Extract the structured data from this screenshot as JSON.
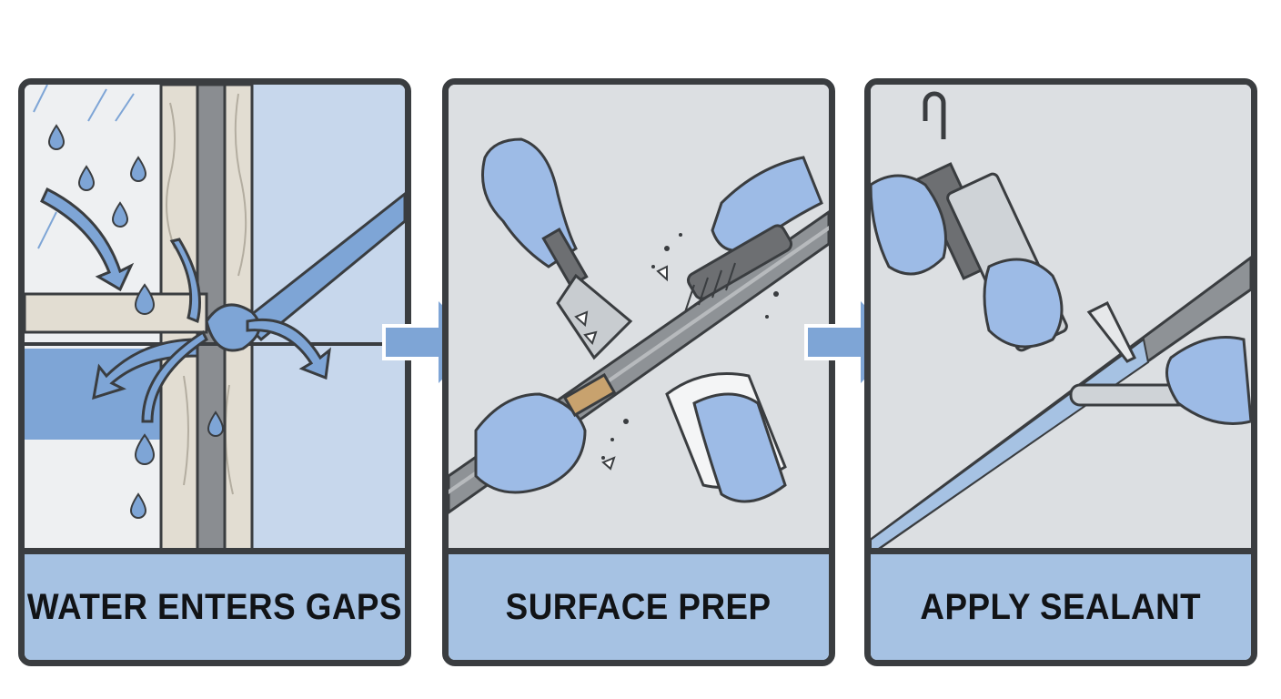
{
  "steps": [
    {
      "id": "water-enters-gaps",
      "label": "WATER ENTERS GAPS",
      "icon": "water-leak-icon"
    },
    {
      "id": "surface-prep",
      "label": "SURFACE PREP",
      "icon": "scraper-brush-icon"
    },
    {
      "id": "apply-sealant",
      "label": "APPLY SEALANT",
      "icon": "caulk-gun-icon"
    }
  ],
  "connectors": [
    {
      "icon": "right-arrow-icon"
    },
    {
      "icon": "right-arrow-icon"
    }
  ],
  "colors": {
    "outline": "#3a3d40",
    "caption_fill": "#a6c2e3",
    "accent_blue": "#7ea5d6",
    "glove_blue": "#9dbbe6",
    "panel_bg": "#dfe4ea"
  }
}
